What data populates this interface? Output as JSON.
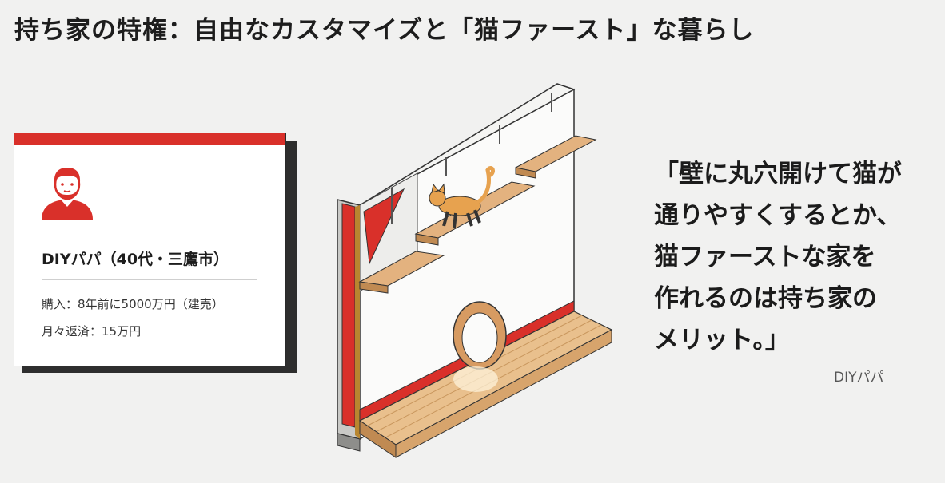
{
  "title": "持ち家の特権：自由なカスタマイズと「猫ファースト」な暮らし",
  "profile": {
    "name": "DIYパパ（40代・三鷹市）",
    "purchase": "購入：8年前に5000万円（建売）",
    "payment": "月々返済：15万円"
  },
  "quote": {
    "lines": [
      "「壁に丸穴開けて猫が",
      "通りやすくするとか、",
      "猫ファーストな家を",
      "作れるのは持ち家の",
      "メリット。」"
    ],
    "author": "DIYパパ"
  },
  "colors": {
    "accent": "#d9302a",
    "wood": "#e3b27f",
    "background": "#f1f1f0"
  },
  "icons": {
    "avatar": "man-avatar-icon"
  }
}
